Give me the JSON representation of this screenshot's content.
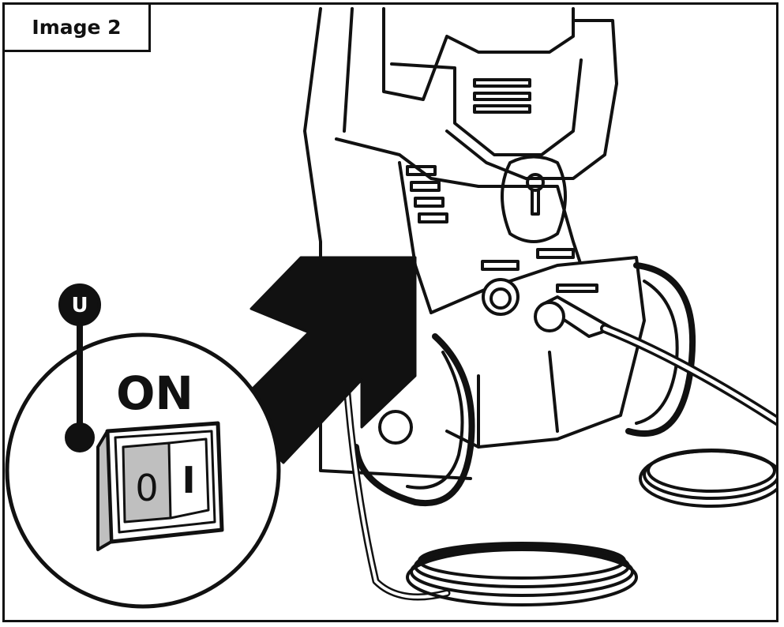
{
  "header": {
    "label": "Image 2"
  },
  "callout": {
    "marker_letter": "U",
    "switch_state": "ON",
    "switch_symbols": {
      "off": "0",
      "on": "I"
    }
  },
  "colors": {
    "ink": "#111111",
    "paper": "#ffffff",
    "shadow_grey": "#bfbfbf"
  },
  "icons": [
    "arrow-icon",
    "power-switch-icon",
    "marker-pin-icon"
  ]
}
